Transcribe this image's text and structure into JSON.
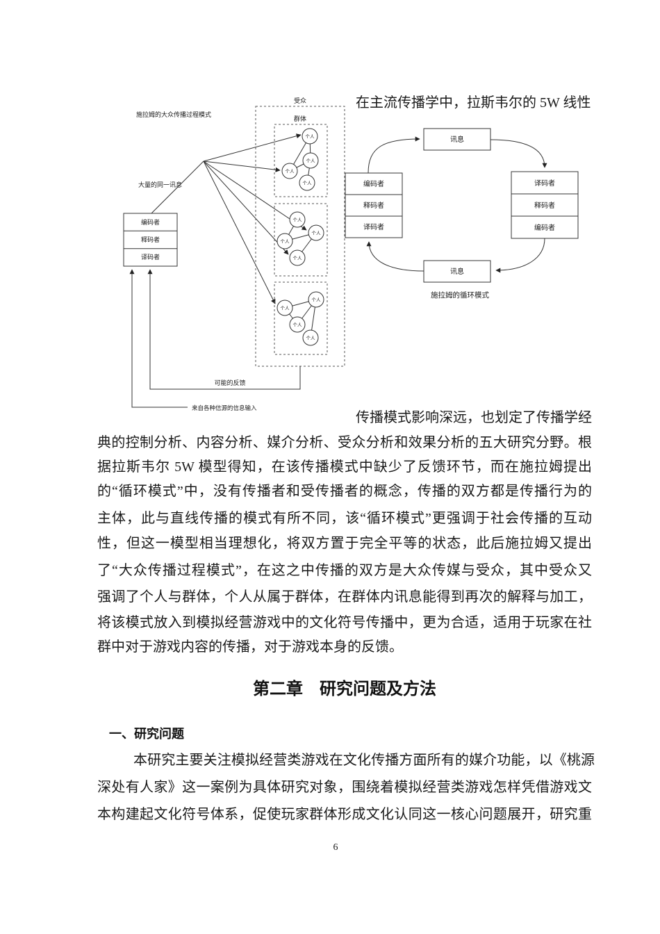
{
  "colors": {
    "ink": "#1a1a1a",
    "paper": "#ffffff"
  },
  "figure_left": {
    "title": "施拉姆的大众传播过程模式",
    "message_label": "大量的同一讯息",
    "source_rows": [
      "编码者",
      "释码者",
      "译码者"
    ],
    "audience_label": "受众",
    "group_label": "群体",
    "person_label": "个人",
    "feedback_label": "可能的反馈",
    "input_label": "来自各种信源的信息输入"
  },
  "figure_right": {
    "message_top": "讯息",
    "message_bottom": "讯息",
    "left_rows": [
      "编码者",
      "释码者",
      "译码者"
    ],
    "right_rows": [
      "译码者",
      "释码者",
      "编码者"
    ],
    "caption": "施拉姆的循环模式"
  },
  "body": {
    "para1": [
      "在主流传播学中，拉斯韦尔的 5W 线性",
      "传播模式影响深远，也划定了传播学经",
      "典的控制分析、内容分析、媒介分析、受众分析和效果分析的五大研究分野。根",
      "据拉斯韦尔 5W 模型得知，在该传播模式中缺少了反馈环节，而在施拉姆提出",
      "的“循环模式”中，没有传播者和受传播者的概念，传播的双方都是传播行为的",
      "主体，此与直线传播的模式有所不同，该“循环模式”更强调于社会传播的互动",
      "性，但这一模型相当理想化，将双方置于完全平等的状态，此后施拉姆又提出",
      "了“大众传播过程模式”，在这之中传播的双方是大众传媒与受众，其中受众又",
      "强调了个人与群体，个人从属于群体，在群体内讯息能得到再次的解释与加工，",
      "将该模式放入到模拟经营游戏中的文化符号传播中，更为合适，适用于玩家在社",
      "群中对于游戏内容的传播，对于游戏本身的反馈。"
    ]
  },
  "chapter_title": "第二章　研究问题及方法",
  "section_title": "一、研究问题",
  "para2": [
    "本研究主要关注模拟经营类游戏在文化传播方面所有的媒介功能，以《桃源",
    "深处有人家》这一案例为具体研究对象，围绕着模拟经营类游戏怎样凭借游戏文",
    "本构建起文化符号体系，促使玩家群体形成文化认同这一核心问题展开，研究重"
  ],
  "page_number": "6"
}
